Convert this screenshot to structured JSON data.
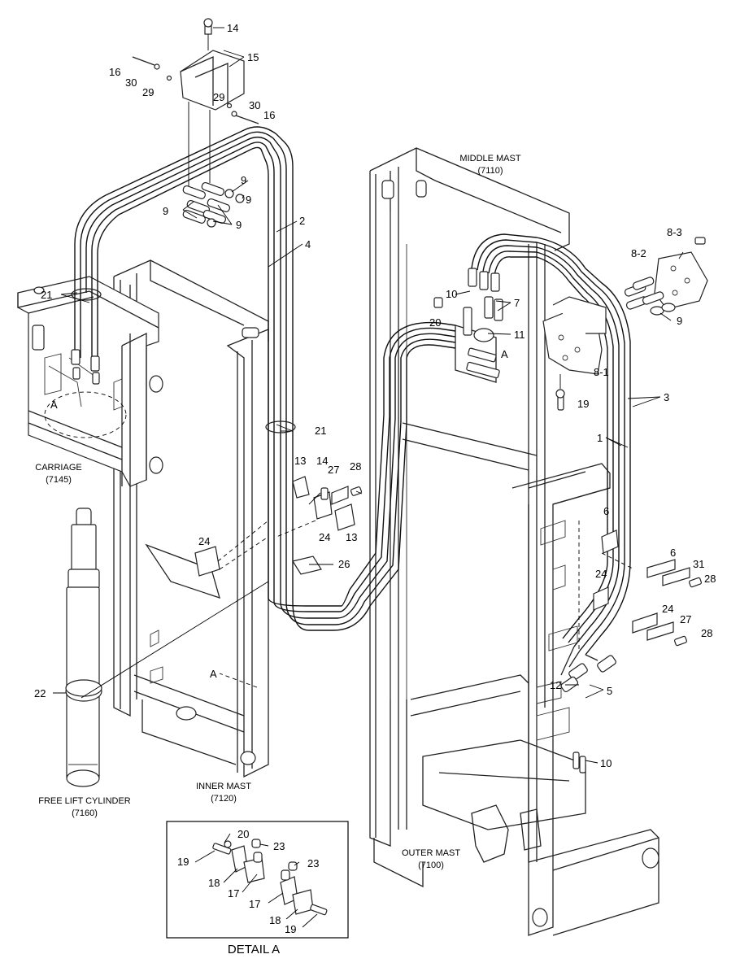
{
  "assemblies": {
    "middle_mast": {
      "name": "MIDDLE MAST",
      "code": "(7110)"
    },
    "carriage": {
      "name": "CARRIAGE",
      "code": "(7145)"
    },
    "free_lift_cylinder": {
      "name": "FREE LIFT CYLINDER",
      "code": "(7160)"
    },
    "inner_mast": {
      "name": "INNER MAST",
      "code": "(7120)"
    },
    "outer_mast": {
      "name": "OUTER MAST",
      "code": "(7100)"
    }
  },
  "detail": {
    "title": "DETAIL A",
    "marker": "A"
  },
  "callouts": {
    "c1": "14",
    "c2": "15",
    "c3": "16",
    "c4": "30",
    "c5": "29",
    "c6": "29",
    "c7": "30",
    "c8": "16",
    "c9": "9",
    "c10": "9",
    "c11": "9",
    "c12": "9",
    "c13": "2",
    "c14": "4",
    "c15": "21",
    "c16": "A",
    "c17": "21",
    "c18": "13",
    "c19": "14",
    "c20": "27",
    "c21": "28",
    "c22": "24",
    "c23": "13",
    "c24": "24",
    "c25": "26",
    "c26": "22",
    "c27": "A",
    "c28": "8-3",
    "c29": "8-2",
    "c30": "10",
    "c31": "7",
    "c32": "20",
    "c33": "11",
    "c34": "A",
    "c35": "9",
    "c36": "8-1",
    "c37": "19",
    "c38": "3",
    "c39": "1",
    "c40": "6",
    "c41": "6",
    "c42": "31",
    "c43": "28",
    "c44": "24",
    "c45": "24",
    "c46": "27",
    "c47": "28",
    "c48": "12",
    "c49": "5",
    "c50": "10",
    "c51": "20",
    "c52": "23",
    "c53": "19",
    "c54": "18",
    "c55": "17",
    "c56": "23",
    "c57": "17",
    "c58": "18",
    "c59": "19"
  }
}
